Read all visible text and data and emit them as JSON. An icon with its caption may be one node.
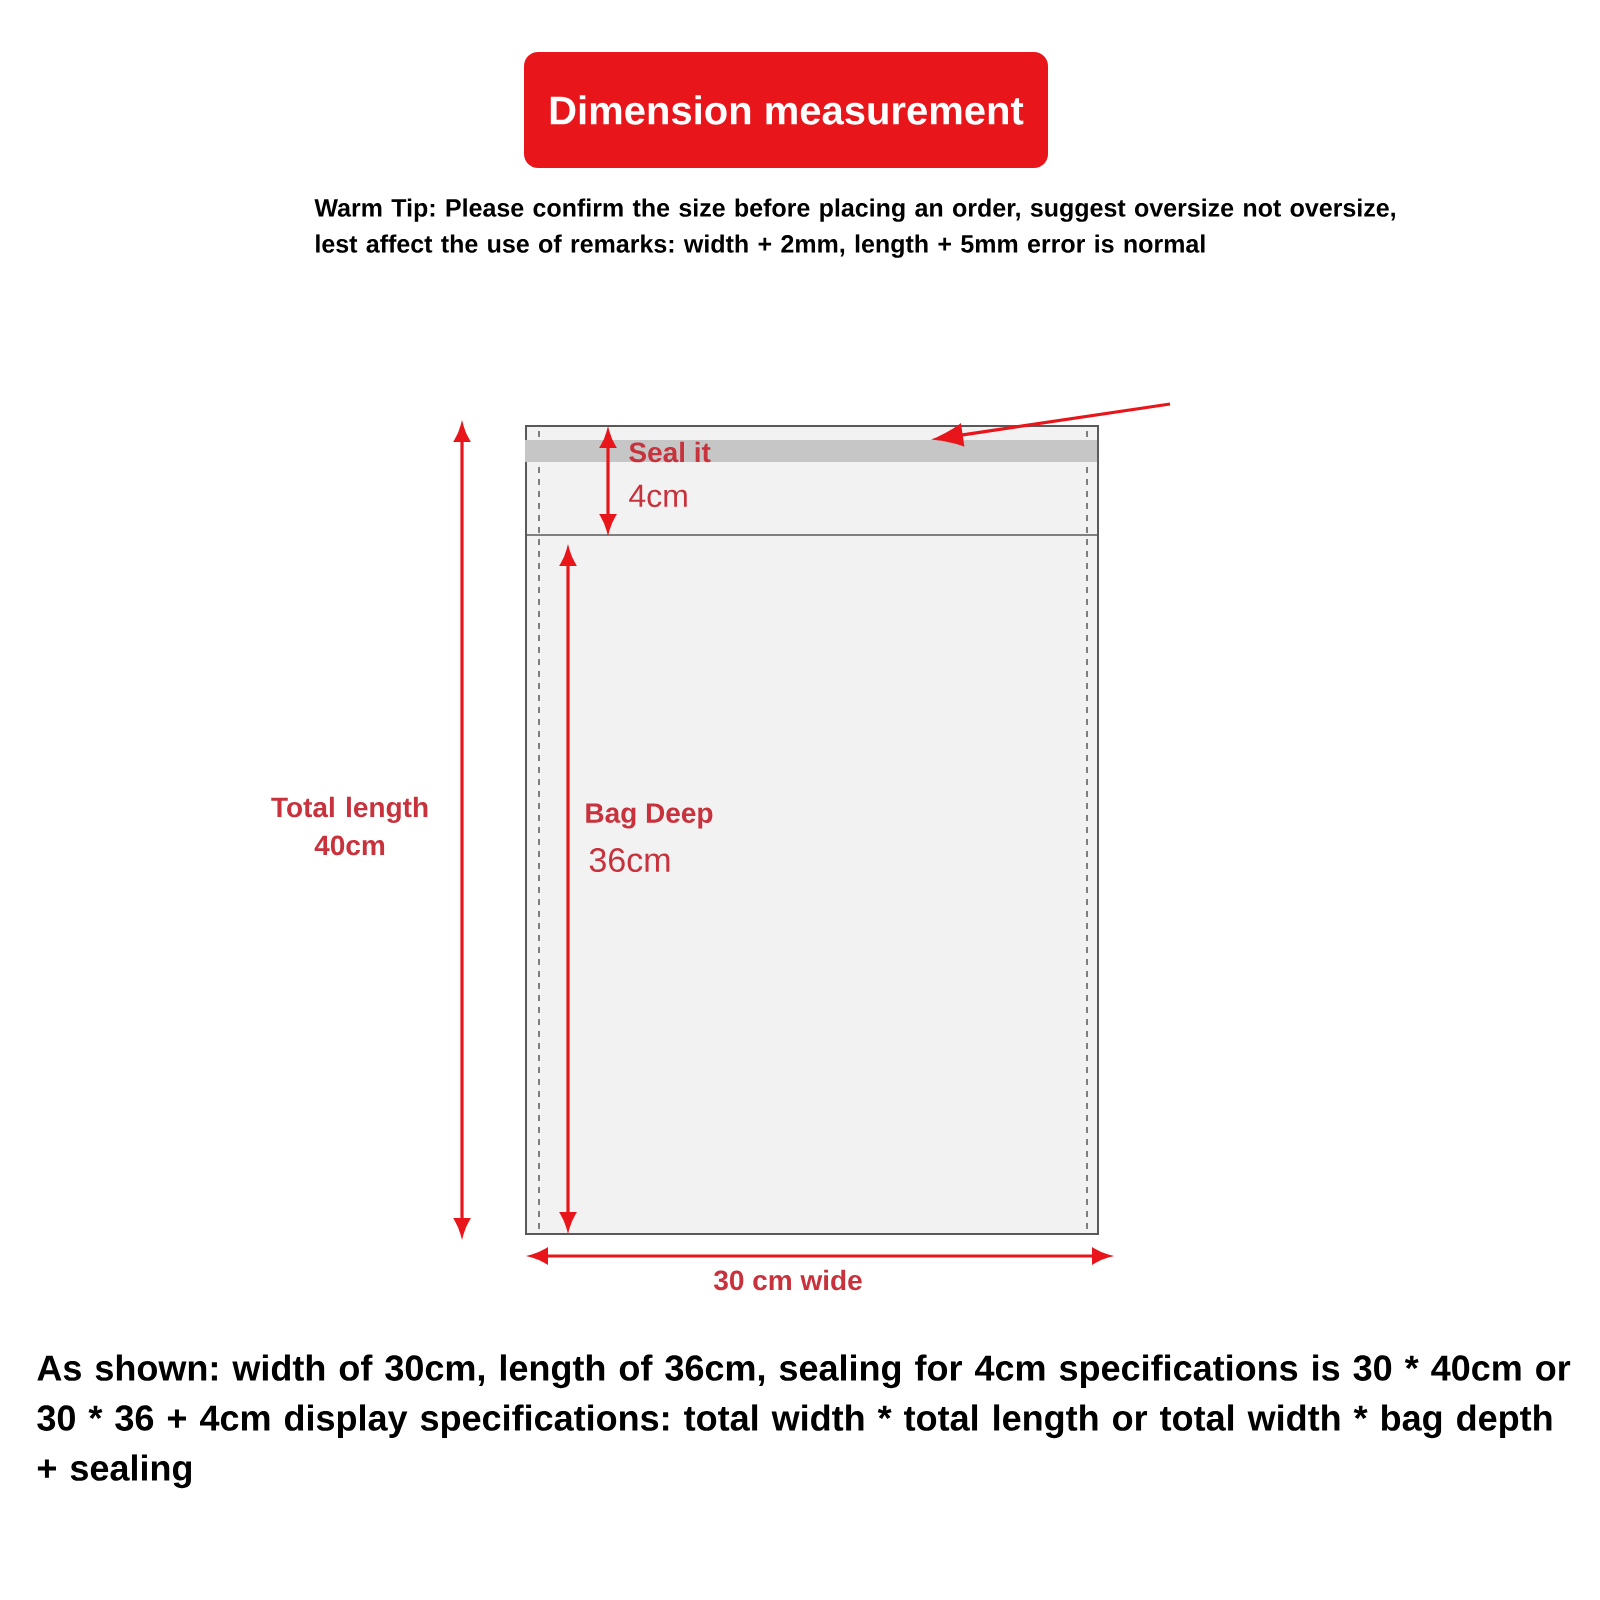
{
  "diagram": {
    "nodes": [
      {
        "text": [
          "Dimension measurement"
        ]
      },
      {
        "text": [],
        "shape": "box"
      },
      {
        "text": [],
        "shape": "bar",
        "in": 1
      }
    ],
    "edges": [
      {
        "from": null,
        "to": 2,
        "arrow": "to",
        "color": "#e8161b"
      }
    ],
    "labels": [
      "Warm Tip: Please confirm the size before placing an order, suggest oversize not oversize, lest affect the use of remarks: width + 2mm, length + 5mm error is normal",
      "Seal it",
      "4cm",
      "Total length 40cm",
      "Bag Deep",
      "36cm",
      "30 cm wide",
      "As shown: width of 30cm, length of 36cm, sealing for 4cm specifications is 30 * 40cm or 30 * 36 + 4cm display specifications: total width * total length or total width * bag depth + sealing"
    ]
  }
}
